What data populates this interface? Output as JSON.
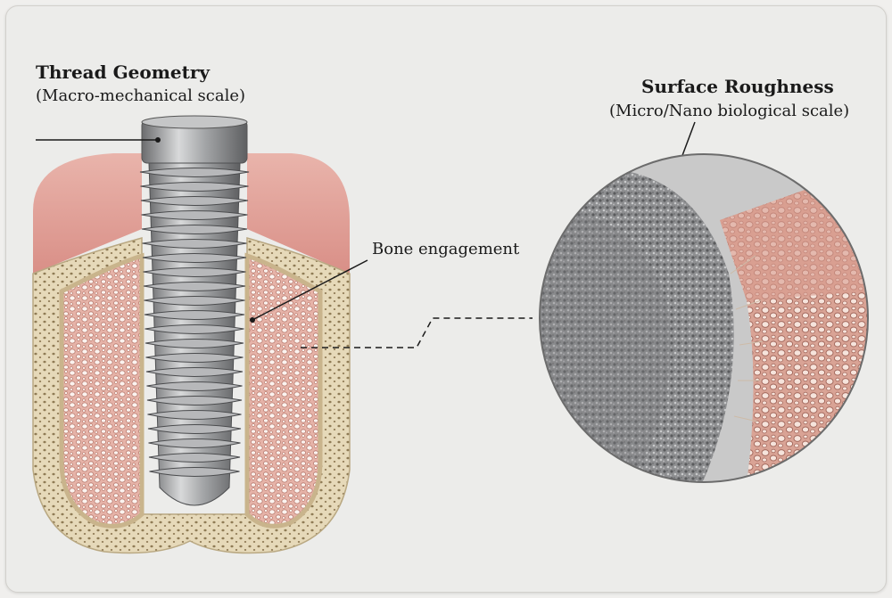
{
  "labels": {
    "thread_title": "Thread Geometry",
    "thread_sub": "(Macro-mechanical scale)",
    "bone": "Bone engagement",
    "rough_title": "Surface Roughness",
    "rough_sub": "(Micro/Nano biological scale)"
  },
  "colors": {
    "gum": "#e3a39d",
    "bone_cortical": "#e3d6b6",
    "bone_trabecular": "#e2aea3",
    "implant": "#a7a9ab",
    "background": "#ececea"
  }
}
